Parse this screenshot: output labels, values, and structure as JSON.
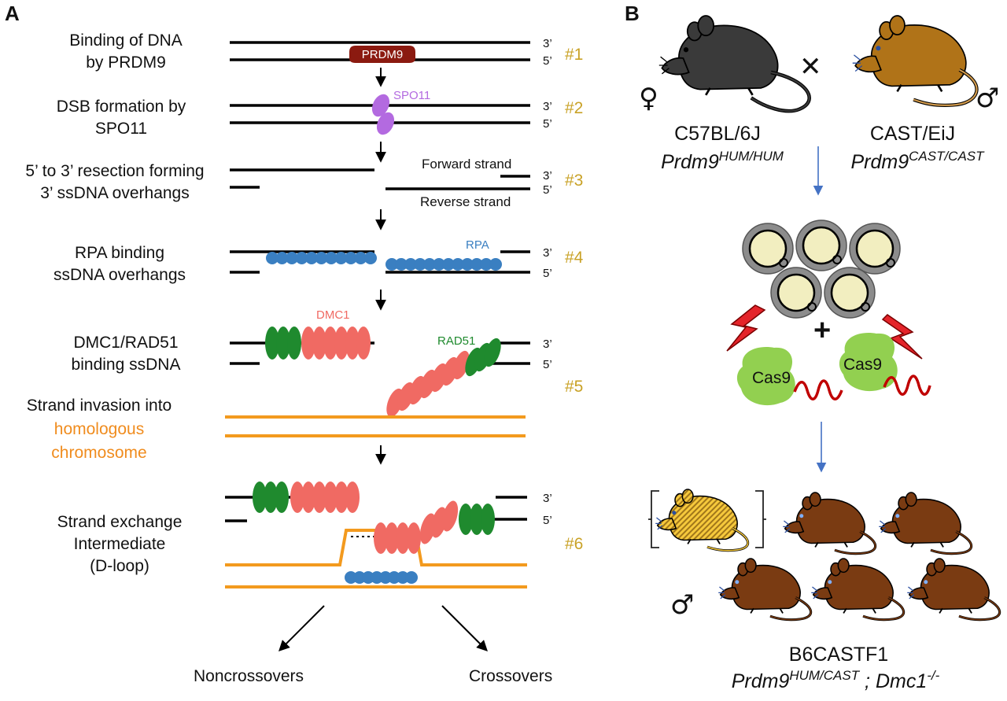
{
  "panel_a": {
    "label": "A",
    "steps": [
      {
        "lines": [
          "Binding of DNA",
          "by PRDM9"
        ],
        "num": "#1"
      },
      {
        "lines": [
          "DSB formation by",
          "SPO11"
        ],
        "num": "#2"
      },
      {
        "lines": [
          "5’ to 3’ resection forming",
          "3’ ssDNA overhangs"
        ],
        "num": "#3"
      },
      {
        "lines": [
          "RPA binding",
          "ssDNA overhangs"
        ],
        "num": "#4"
      },
      {
        "lines": [
          "DMC1/RAD51",
          "binding ssDNA"
        ],
        "num": "#5"
      },
      {
        "lines": [
          "Strand invasion into"
        ],
        "orange_lines": [
          "homologous",
          "chromosome"
        ]
      },
      {
        "lines": [
          "Strand exchange",
          "Intermediate",
          "(D-loop)"
        ],
        "num": "#6"
      }
    ],
    "ends": {
      "three": "3’",
      "five": "5’"
    },
    "proteins": {
      "prdm9": "PRDM9",
      "spo11": "SPO11",
      "rpa": "RPA",
      "dmc1": "DMC1",
      "rad51": "RAD51"
    },
    "strands": {
      "forward": "Forward strand",
      "reverse": "Reverse strand"
    },
    "outcomes": {
      "left": "Noncrossovers",
      "right": "Crossovers"
    }
  },
  "panel_b": {
    "label": "B",
    "female_symbol": "♀",
    "male_symbol": "♂",
    "cross_symbol": "✕",
    "left_strain": {
      "name": "C57BL/6J",
      "gene": "Prdm9",
      "allele": "HUM/HUM"
    },
    "right_strain": {
      "name": "CAST/EiJ",
      "gene": "Prdm9",
      "allele": "CAST/CAST"
    },
    "cas9_label": "Cas9",
    "plus": "+",
    "offspring": {
      "name": "B6CASTF1",
      "gene": "Prdm9",
      "allele": "HUM/CAST",
      "sep": " ; ",
      "gene2": "Dmc1",
      "allele2": "-/-"
    }
  },
  "colors": {
    "homolog": "#f39a1e",
    "step_number": "#c9a227",
    "prdm9": "#8b1a10",
    "spo11": "#b36ae0",
    "rpa": "#3a7fc1",
    "dmc1": "#f06a63",
    "rad51": "#1f8a2e",
    "cas9": "#92d050",
    "black_mouse": "#3a3a3a",
    "cast_mouse": "#b07318",
    "f1_mouse": "#7a3b12",
    "arrow_blue": "#4472c4"
  }
}
